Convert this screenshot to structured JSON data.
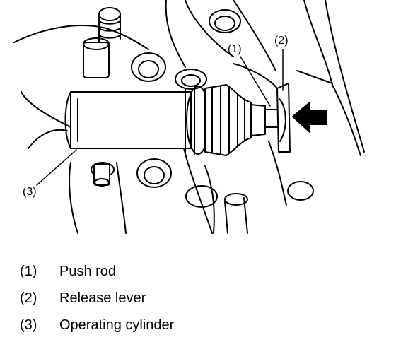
{
  "figure": {
    "callouts": [
      {
        "id": "1",
        "label": "(1)"
      },
      {
        "id": "2",
        "label": "(2)"
      },
      {
        "id": "3",
        "label": "(3)"
      }
    ]
  },
  "legend": [
    {
      "num": "(1)",
      "text": "Push rod"
    },
    {
      "num": "(2)",
      "text": "Release lever"
    },
    {
      "num": "(3)",
      "text": "Operating cylinder"
    }
  ]
}
